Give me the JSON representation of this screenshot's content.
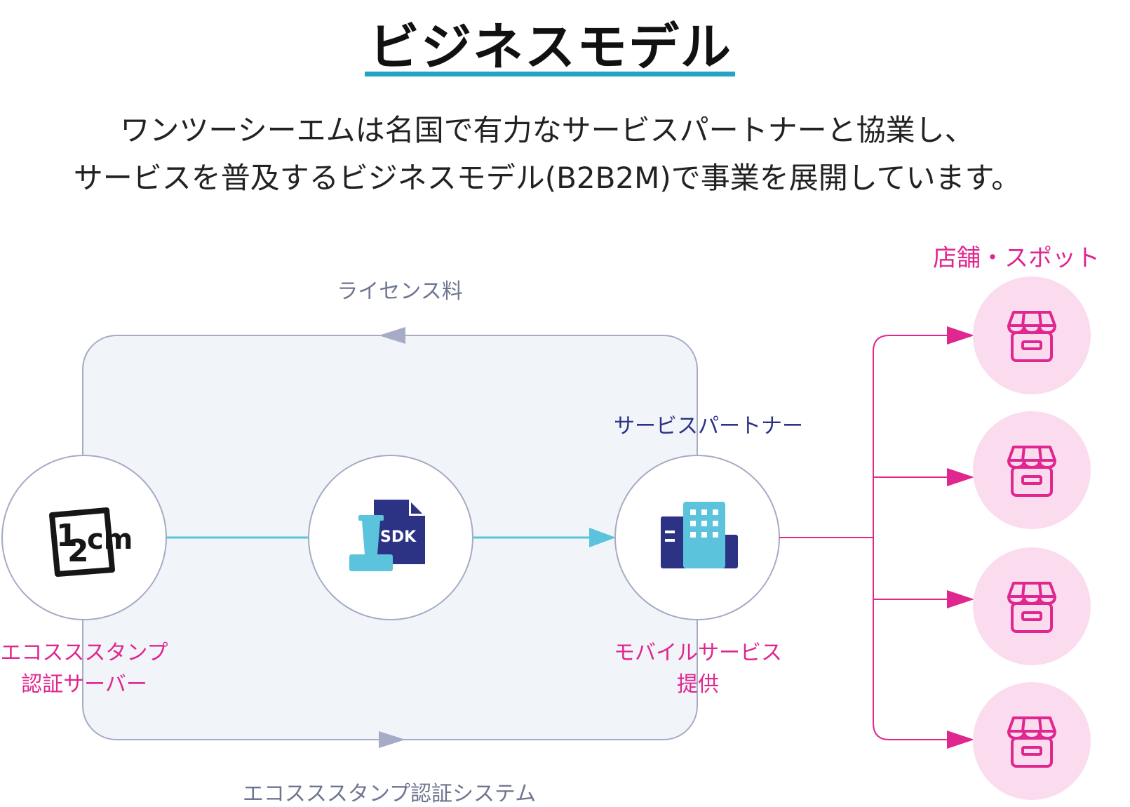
{
  "title": "ビジネスモデル",
  "intro": {
    "line1": "ワンツーシーエムは名国で有力なサービスパートナーと協業し、",
    "line2": "サービスを普及するビジネスモデル(B2B2M)で事業を展開しています。"
  },
  "diagram": {
    "license_fee": "ライセンス料",
    "service_partner": "サービスパートナー",
    "ecostamp_auth_server": [
      "エコスススタンプ",
      "認証サーバー"
    ],
    "mobile_service": [
      "モバイルサービス",
      "提供"
    ],
    "ecostamp_auth_system": "エコスススタンプ認証システム",
    "stores_spots": "店舗・スポット",
    "logo_text": "12cm",
    "sdk_text": "SDK",
    "store_count": 4
  },
  "colors": {
    "title_underline": "#24a3c4",
    "pink_accent": "#e0268f",
    "navy": "#2c3384",
    "cyan": "#5bc3dc",
    "panel_bg": "#f1f4f9",
    "panel_border": "#a6abc6",
    "store_circle": "#fadcee"
  },
  "icons": [
    "12cm-logo",
    "sdk-stamp-icon",
    "building-icon",
    "store-icon"
  ]
}
